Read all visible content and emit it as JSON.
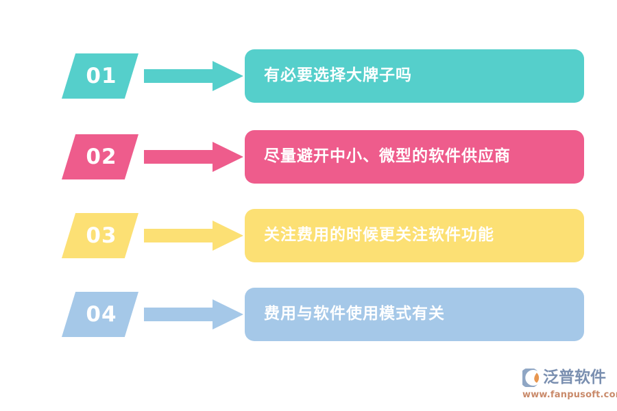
{
  "page": {
    "background_color": "#ffffff",
    "text_color": "#ffffff"
  },
  "rows": [
    {
      "number": "01",
      "text": "有必要选择大牌子吗",
      "color": "#55CFCB"
    },
    {
      "number": "02",
      "text": "尽量避开中小、微型的软件供应商",
      "color": "#EE5C8C"
    },
    {
      "number": "03",
      "text": "关注费用的时候更关注软件功能",
      "color": "#FCE074"
    },
    {
      "number": "04",
      "text": "费用与软件使用模式有关",
      "color": "#A5C8E8"
    }
  ],
  "watermark": {
    "brand": "泛普软件",
    "url": "www.fanpusoft.com",
    "brand_color": "#7a8fb0",
    "url_color": "#c98a6a",
    "mark_color": "#8fa6c4",
    "mark_accent_color": "#e8964f"
  }
}
